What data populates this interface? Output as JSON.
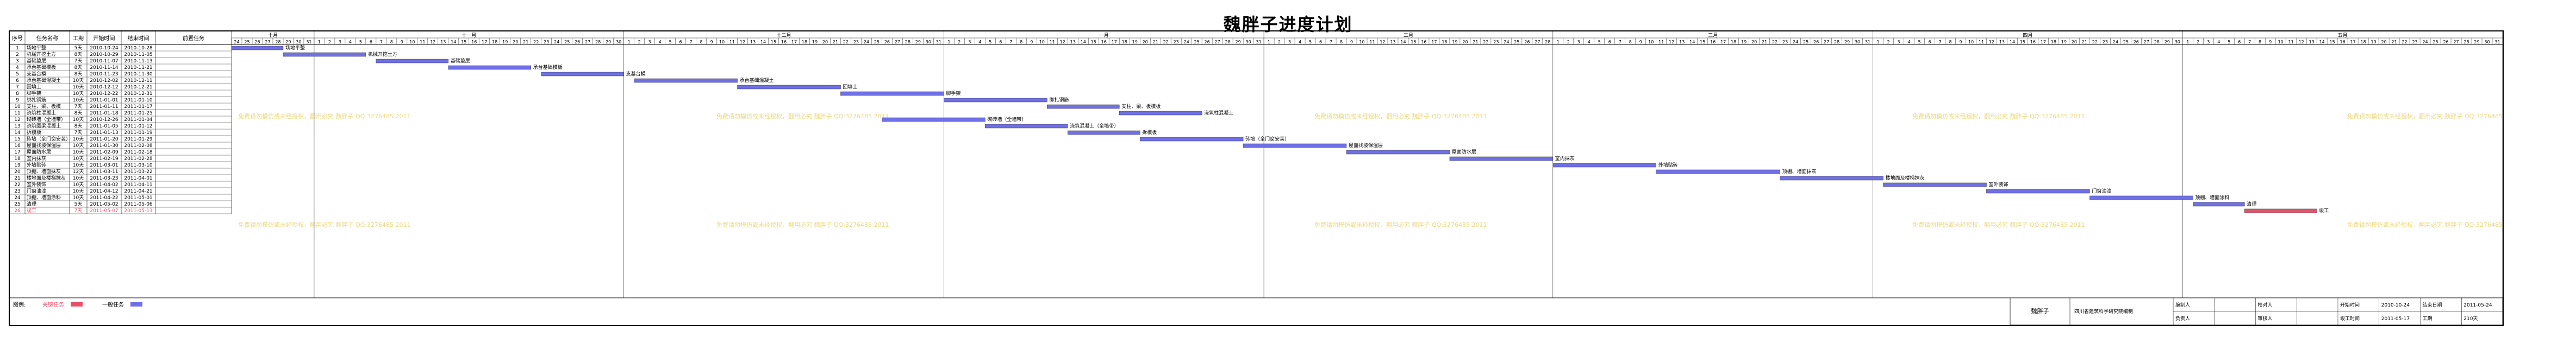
{
  "title": "魏胖子进度计划",
  "table": {
    "headers": [
      "序号",
      "任务名称",
      "工期",
      "开始时间",
      "结束时间",
      "前置任务"
    ]
  },
  "months": [
    "十月",
    "十一月",
    "十二月",
    "一月",
    "二月",
    "三月",
    "四月",
    "五月"
  ],
  "chart_data": {
    "type": "gantt",
    "title": "魏胖子进度计划",
    "timeline_start": "2010-10-24",
    "timeline_end": "2011-05-31",
    "tasks": [
      {
        "id": 1,
        "name": "场地平整",
        "duration": "5天",
        "start": "2010-10-24",
        "end": "2010-10-28",
        "label": "场地平整"
      },
      {
        "id": 2,
        "name": "机械开挖土方",
        "duration": "8天",
        "start": "2010-10-29",
        "end": "2010-11-05",
        "label": "机械开挖土方"
      },
      {
        "id": 3,
        "name": "基础垫层",
        "duration": "7天",
        "start": "2010-11-07",
        "end": "2010-11-13",
        "label": "基础垫层"
      },
      {
        "id": 4,
        "name": "承台基础模板",
        "duration": "8天",
        "start": "2010-11-14",
        "end": "2010-11-21",
        "label": "承台基础模板"
      },
      {
        "id": 5,
        "name": "支基台模",
        "duration": "8天",
        "start": "2010-11-23",
        "end": "2010-11-30",
        "label": "支基台模"
      },
      {
        "id": 6,
        "name": "承台基础混凝土",
        "duration": "10天",
        "start": "2010-12-02",
        "end": "2010-12-11",
        "label": "承台基础混凝土"
      },
      {
        "id": 7,
        "name": "回填土",
        "duration": "10天",
        "start": "2010-12-12",
        "end": "2010-12-21",
        "label": "回填土"
      },
      {
        "id": 8,
        "name": "脚手架",
        "duration": "10天",
        "start": "2010-12-22",
        "end": "2010-12-31",
        "label": "脚手架"
      },
      {
        "id": 9,
        "name": "绑扎钢筋",
        "duration": "10天",
        "start": "2011-01-01",
        "end": "2011-01-10",
        "label": "绑扎钢筋"
      },
      {
        "id": 10,
        "name": "支柱、梁、板模",
        "duration": "7天",
        "start": "2011-01-11",
        "end": "2011-01-17",
        "label": "支柱、梁、板模板"
      },
      {
        "id": 11,
        "name": "浇筑柱混凝土",
        "duration": "8天",
        "start": "2011-01-18",
        "end": "2011-01-25",
        "label": "浇筑柱混凝土"
      },
      {
        "id": 12,
        "name": "砌砖墙（全墙带）",
        "duration": "10天",
        "start": "2010-12-26",
        "end": "2011-01-04",
        "label": "砌砖墙（全墙带）"
      },
      {
        "id": 13,
        "name": "浇筑圈梁混凝土",
        "duration": "8天",
        "start": "2011-01-05",
        "end": "2011-01-12",
        "label": "浇筑混凝土（全墙带）"
      },
      {
        "id": 14,
        "name": "拆模板",
        "duration": "7天",
        "start": "2011-01-13",
        "end": "2011-01-19",
        "label": "拆模板"
      },
      {
        "id": 15,
        "name": "砖墙（全门窗安装）",
        "duration": "10天",
        "start": "2011-01-20",
        "end": "2011-01-29",
        "label": "砖墙（全门窗安装）"
      },
      {
        "id": 16,
        "name": "屋面找坡保温层",
        "duration": "10天",
        "start": "2011-01-30",
        "end": "2011-02-08",
        "label": "屋面找坡保温层"
      },
      {
        "id": 17,
        "name": "屋面防水层",
        "duration": "10天",
        "start": "2011-02-09",
        "end": "2011-02-18",
        "label": "屋面防水层"
      },
      {
        "id": 18,
        "name": "室内抹灰",
        "duration": "10天",
        "start": "2011-02-19",
        "end": "2011-02-28",
        "label": "室内抹灰"
      },
      {
        "id": 19,
        "name": "外墙贴砖",
        "duration": "10天",
        "start": "2011-03-01",
        "end": "2011-03-10",
        "label": "外墙贴砖"
      },
      {
        "id": 20,
        "name": "顶棚、墙面抹灰",
        "duration": "12天",
        "start": "2011-03-11",
        "end": "2011-03-22",
        "label": "顶棚、墙面抹灰"
      },
      {
        "id": 21,
        "name": "楼地面及楼梯抹灰",
        "duration": "10天",
        "start": "2011-03-23",
        "end": "2011-04-01",
        "label": "楼地面及楼梯抹灰"
      },
      {
        "id": 22,
        "name": "室外装饰",
        "duration": "10天",
        "start": "2011-04-02",
        "end": "2011-04-11",
        "label": "室外装饰"
      },
      {
        "id": 23,
        "name": "门窗油漆",
        "duration": "10天",
        "start": "2011-04-12",
        "end": "2011-04-21",
        "label": "门窗油漆"
      },
      {
        "id": 24,
        "name": "顶棚、墙面涂料",
        "duration": "10天",
        "start": "2011-04-22",
        "end": "2011-05-01",
        "label": "顶棚、墙面涂料"
      },
      {
        "id": 25,
        "name": "清理",
        "duration": "5天",
        "start": "2011-05-02",
        "end": "2011-05-06",
        "label": "清理"
      },
      {
        "id": 26,
        "name": "竣工",
        "duration": "7天",
        "start": "2011-05-07",
        "end": "2011-05-13",
        "label": "竣工",
        "critical": true
      }
    ]
  },
  "legend": {
    "label": "图例:",
    "critical": "关键任务",
    "normal": "一般任务",
    "critical_color": "#e8506a",
    "normal_color": "#6f6fe8"
  },
  "info_block": {
    "project": "魏胖子",
    "company": "四川省建筑科学研究院编制",
    "cells": [
      [
        "编制人",
        "",
        "校对人",
        "",
        "开始时间",
        "2010-10-24",
        "结束日期",
        "2011-05-24"
      ],
      [
        "负责人",
        "",
        "审核人",
        "",
        "竣工时间",
        "2011-05-17",
        "工期",
        "210天"
      ]
    ]
  },
  "watermark": "免费请勿模仿或未经授权，翻用必究 魏胖子 QQ:3276485 2011",
  "colors": {
    "bar": "#6f6fe8",
    "critical": "#e8506a",
    "grid": "#000000",
    "watermark": "#e6c84a"
  }
}
